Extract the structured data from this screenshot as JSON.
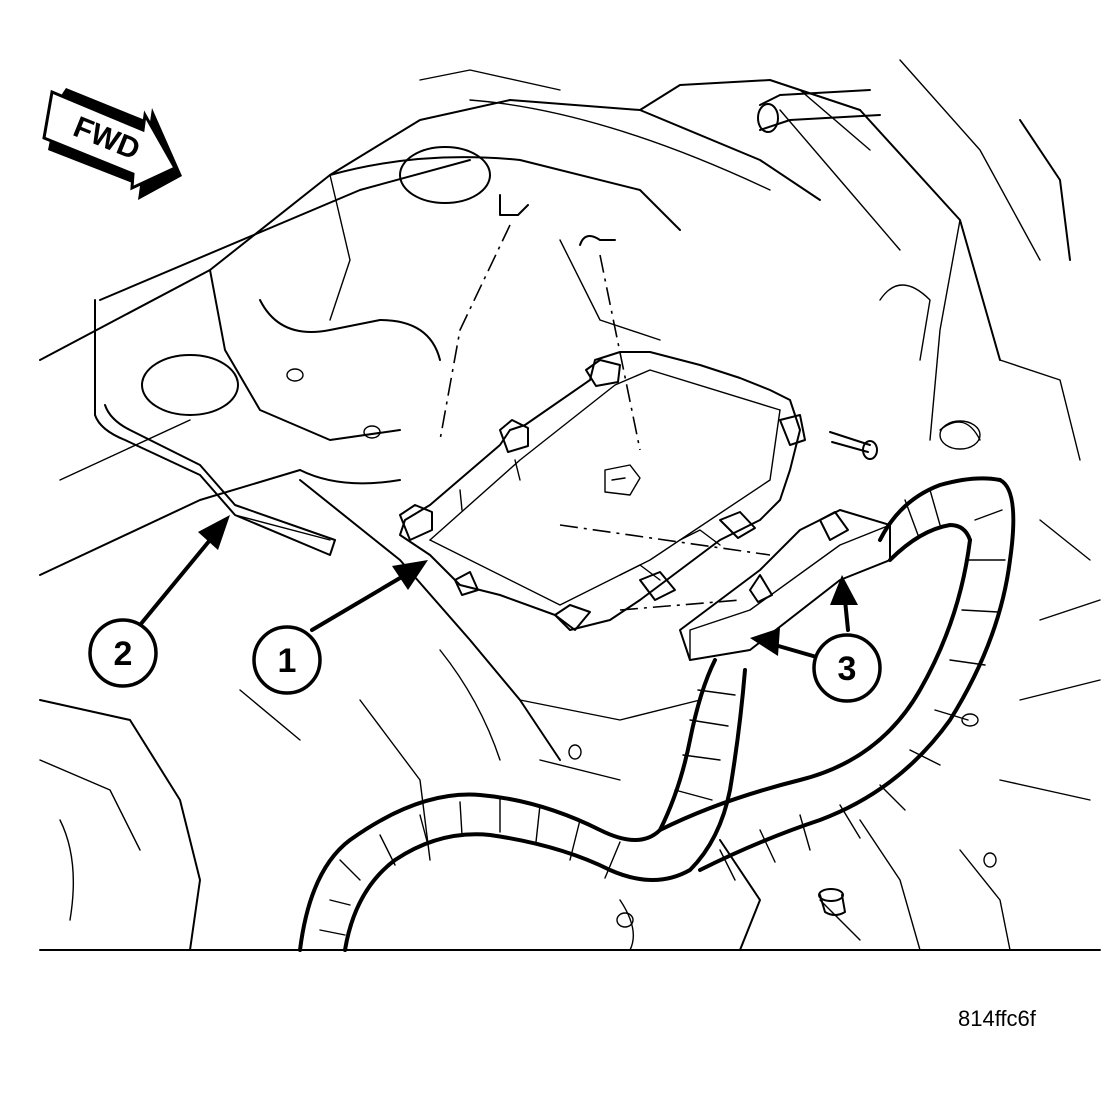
{
  "direction_label": "FWD",
  "callouts": [
    {
      "id": "1"
    },
    {
      "id": "2"
    },
    {
      "id": "3"
    }
  ],
  "figure_code": "814ffc6f"
}
